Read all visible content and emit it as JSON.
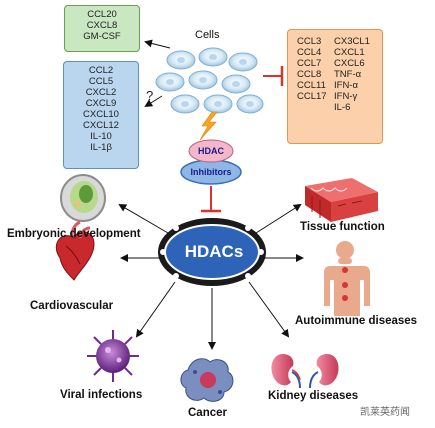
{
  "cells_label": "Cells",
  "question_mark": "?",
  "green_box": [
    "CCL20",
    "CXCL8",
    "GM-CSF"
  ],
  "blue_box": [
    "CCL2",
    "CCL5",
    "CXCL2",
    "CXCL9",
    "CXCL10",
    "CXCL12",
    "IL-10",
    "IL-1β"
  ],
  "orange_box": {
    "col1": [
      "CCL3",
      "CCL4",
      "CCL7",
      "CCL8",
      "CCL11",
      "CCL17"
    ],
    "col2": [
      "CX3CL1",
      "CXCL1",
      "CXCL6",
      "TNF-α",
      "IFN-α",
      "IFN-γ",
      "IL-6"
    ]
  },
  "hdac_pill": "HDAC",
  "inhibitors_label": "Inhibitors",
  "center_label": "HDACs",
  "outcomes": {
    "embryonic": "Embryonic development",
    "tissue": "Tissue function",
    "cardiovascular": "Cardiovascular",
    "autoimmune": "Autoimmune diseases",
    "viral": "Viral infections",
    "cancer": "Cancer",
    "kidney": "Kidney diseases"
  },
  "watermark": "凯莱英药闻",
  "colors": {
    "inhibit": "#d9342b",
    "hdac_ring": "#1a1a1a",
    "hdac_inner": "#2e64b8",
    "pill": "#f4b6c9"
  }
}
